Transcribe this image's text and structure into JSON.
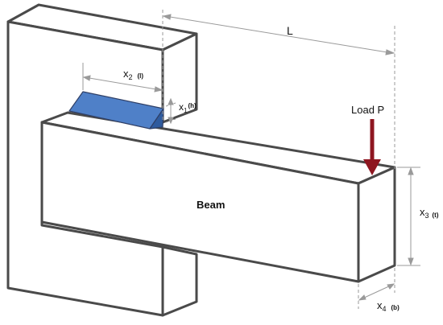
{
  "labels": {
    "length_main": "L",
    "length_sub": "",
    "weld_length_main": "x",
    "weld_length_idx": "2",
    "weld_length_sym": "(l)",
    "weld_height_main": "x",
    "weld_height_idx": "1",
    "weld_height_sym": "(h)",
    "load": "Load P",
    "beam": "Beam",
    "thickness_main": "x",
    "thickness_idx": "3",
    "thickness_sym": "(t)",
    "width_main": "x",
    "width_idx": "4",
    "width_sym": "(b)"
  },
  "colors": {
    "outline": "#4a4a4a",
    "dimension": "#9a9a9a",
    "weld_fill": "#4f80c8",
    "weld_side": "#2f5b9e",
    "load_arrow": "#8e1620",
    "background": "#ffffff"
  }
}
